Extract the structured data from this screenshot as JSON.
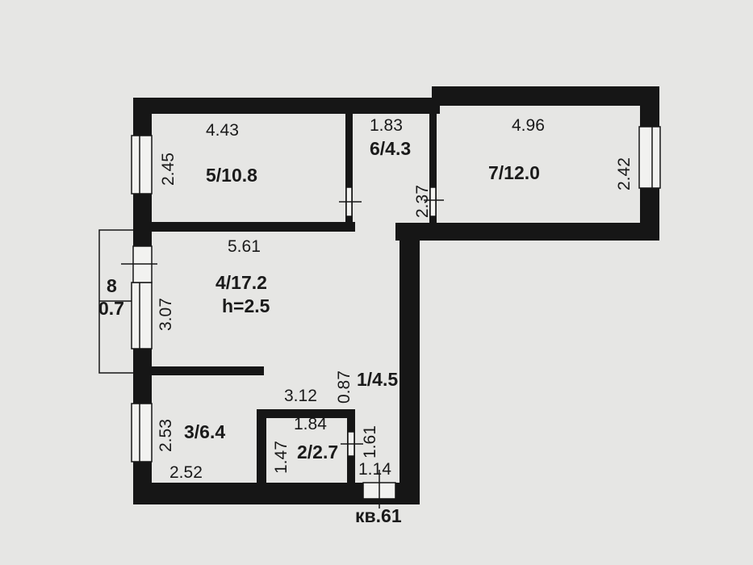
{
  "plan": {
    "apartment_label": "кв.61",
    "rooms": [
      {
        "id": "1",
        "label": "1/4.5"
      },
      {
        "id": "2",
        "label": "2/2.7"
      },
      {
        "id": "3",
        "label": "3/6.4"
      },
      {
        "id": "4",
        "label": "4/17.2",
        "height_label": "h=2.5"
      },
      {
        "id": "5",
        "label": "5/10.8"
      },
      {
        "id": "6",
        "label": "6/4.3"
      },
      {
        "id": "7",
        "label": "7/12.0"
      },
      {
        "id": "8",
        "label_top": "8",
        "label_bottom": "0.7"
      }
    ],
    "dimensions": {
      "room5_width": "4.43",
      "room5_depth": "2.45",
      "room6_width": "1.83",
      "room6_depth": "2.37",
      "room7_width": "4.96",
      "room7_depth": "2.42",
      "room4_width": "5.61",
      "room4_depth": "3.07",
      "room3_depth": "2.53",
      "room3_width": "2.52",
      "hall_width": "3.12",
      "hall_gap": "0.87",
      "room2_width": "1.84",
      "room2_depth": "1.47",
      "room1_depth": "1.61",
      "room1_width": "1.14"
    }
  }
}
